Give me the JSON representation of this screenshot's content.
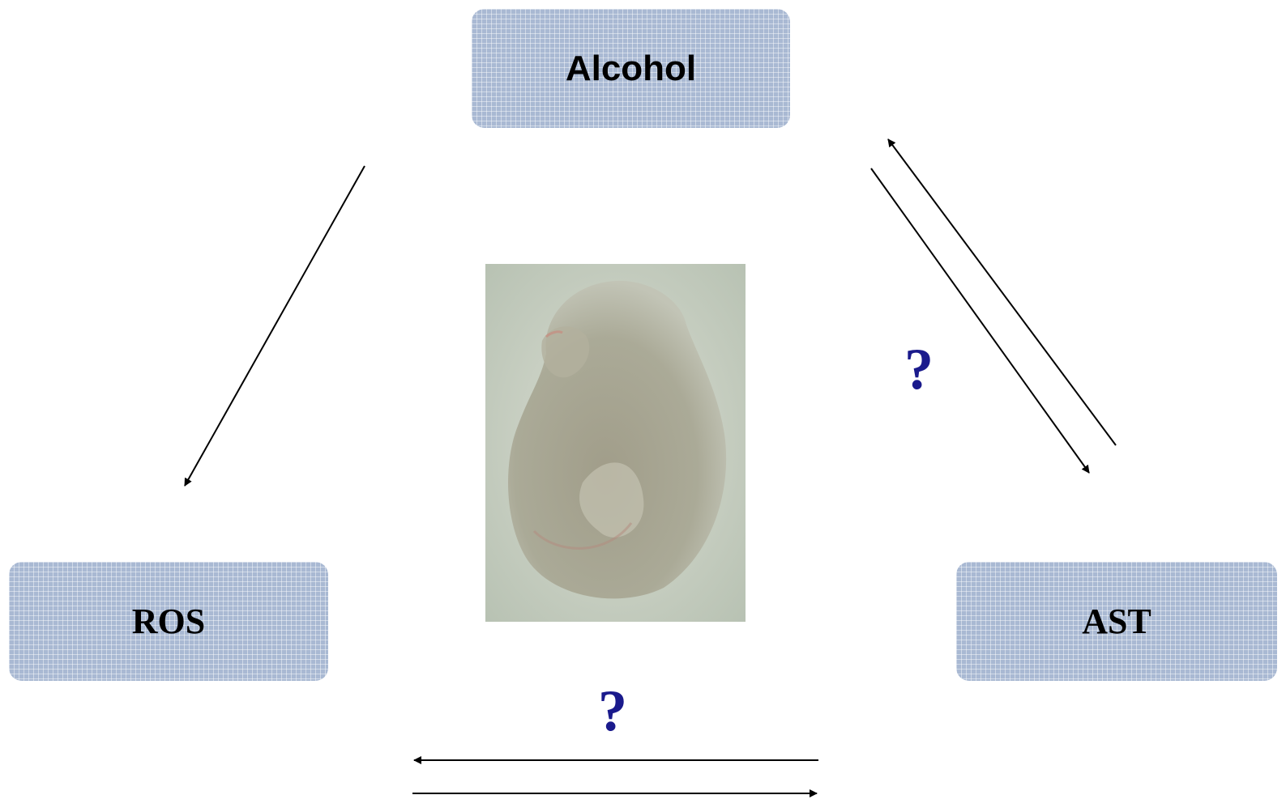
{
  "nodes": {
    "alcohol": "Alcohol",
    "ros": "ROS",
    "ast": "AST"
  },
  "question_marks": {
    "alcohol_ast": "?",
    "ros_ast": "?"
  },
  "colors": {
    "node_fill": "#a9b9d3",
    "question_mark": "#1a1a8c",
    "arrow": "#000000"
  },
  "center_image": "embryo-photo"
}
